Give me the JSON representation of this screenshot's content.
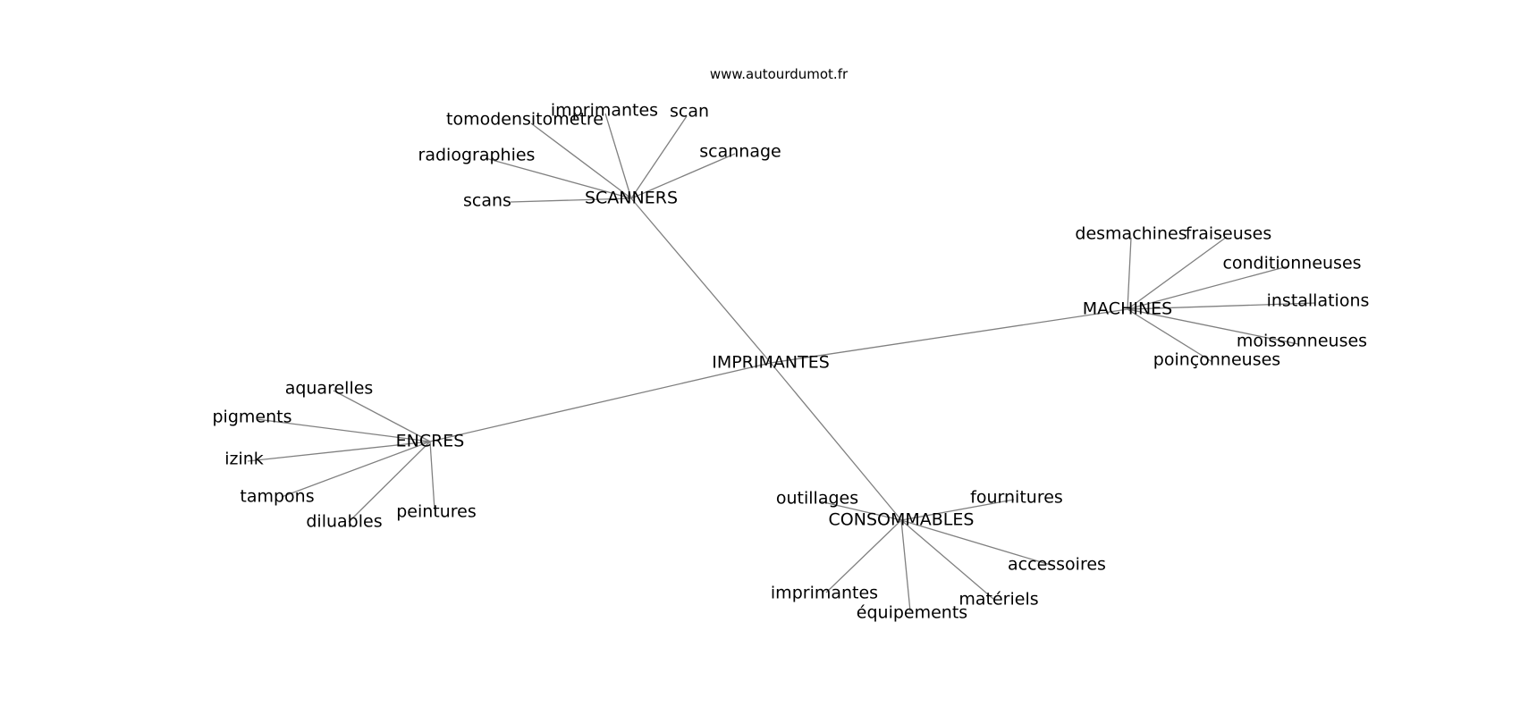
{
  "site_url": "www.autourdumot.fr",
  "center": "IMPRIMANTES",
  "groups": [
    {
      "name": "SCANNERS",
      "words": [
        "scans",
        "radiographies",
        "tomodensitometre",
        "imprimantes",
        "scan",
        "scannage"
      ]
    },
    {
      "name": "MACHINES",
      "words": [
        "desmachines",
        "fraiseuses",
        "conditionneuses",
        "installations",
        "moissonneuses",
        "poinçonneuses"
      ]
    },
    {
      "name": "ENCRES",
      "words": [
        "aquarelles",
        "pigments",
        "izink",
        "tampons",
        "diluables",
        "peintures"
      ]
    },
    {
      "name": "CONSOMMABLES",
      "words": [
        "outillages",
        "fournitures",
        "accessoires",
        "matériels",
        "équipements",
        "imprimantes"
      ]
    }
  ]
}
